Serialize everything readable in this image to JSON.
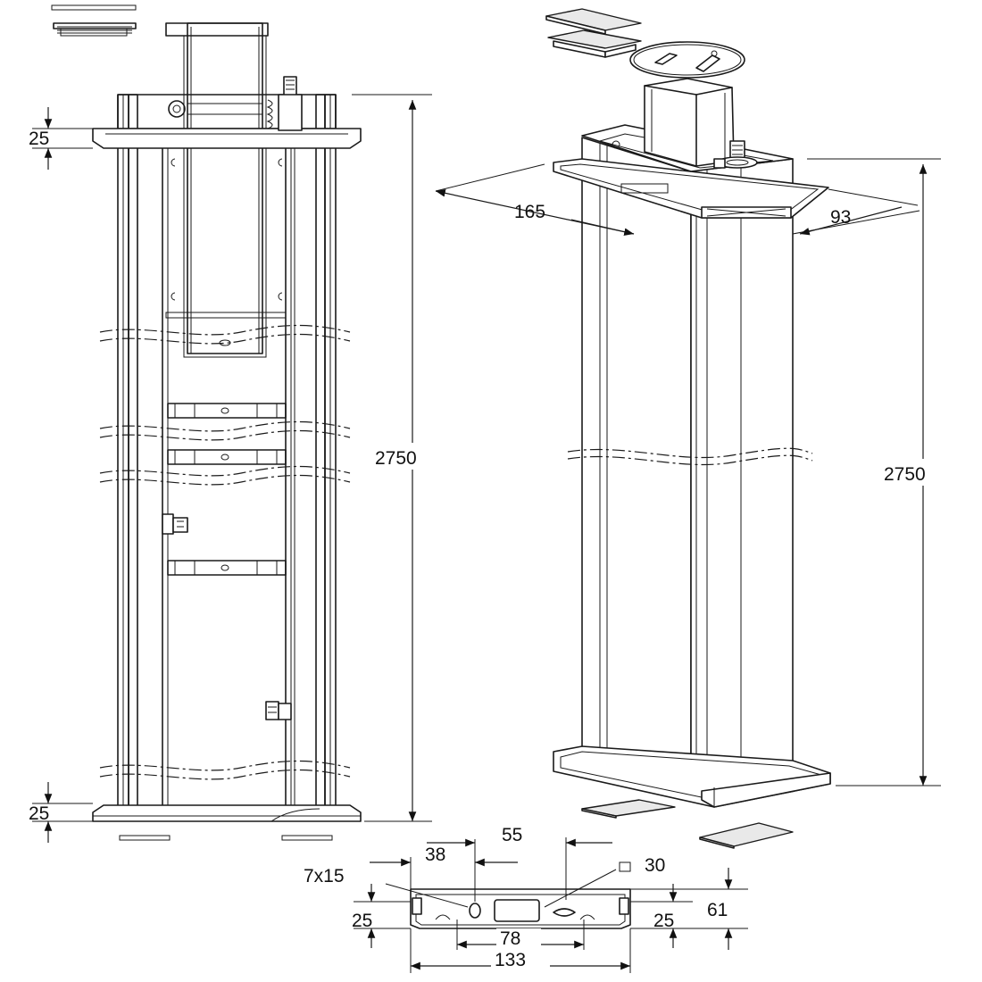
{
  "dimensions": {
    "left_top_thickness": "25",
    "left_bottom_thickness": "25",
    "left_height": "2750",
    "right_height": "2750",
    "right_depth": "165",
    "right_width": "93",
    "base_top": "55",
    "base_offset": "38",
    "base_slot": "7x15",
    "base_square": "30",
    "base_left_edge": "25",
    "base_right_edge": "25",
    "base_depth": "61",
    "base_inner": "78",
    "base_total": "133"
  }
}
